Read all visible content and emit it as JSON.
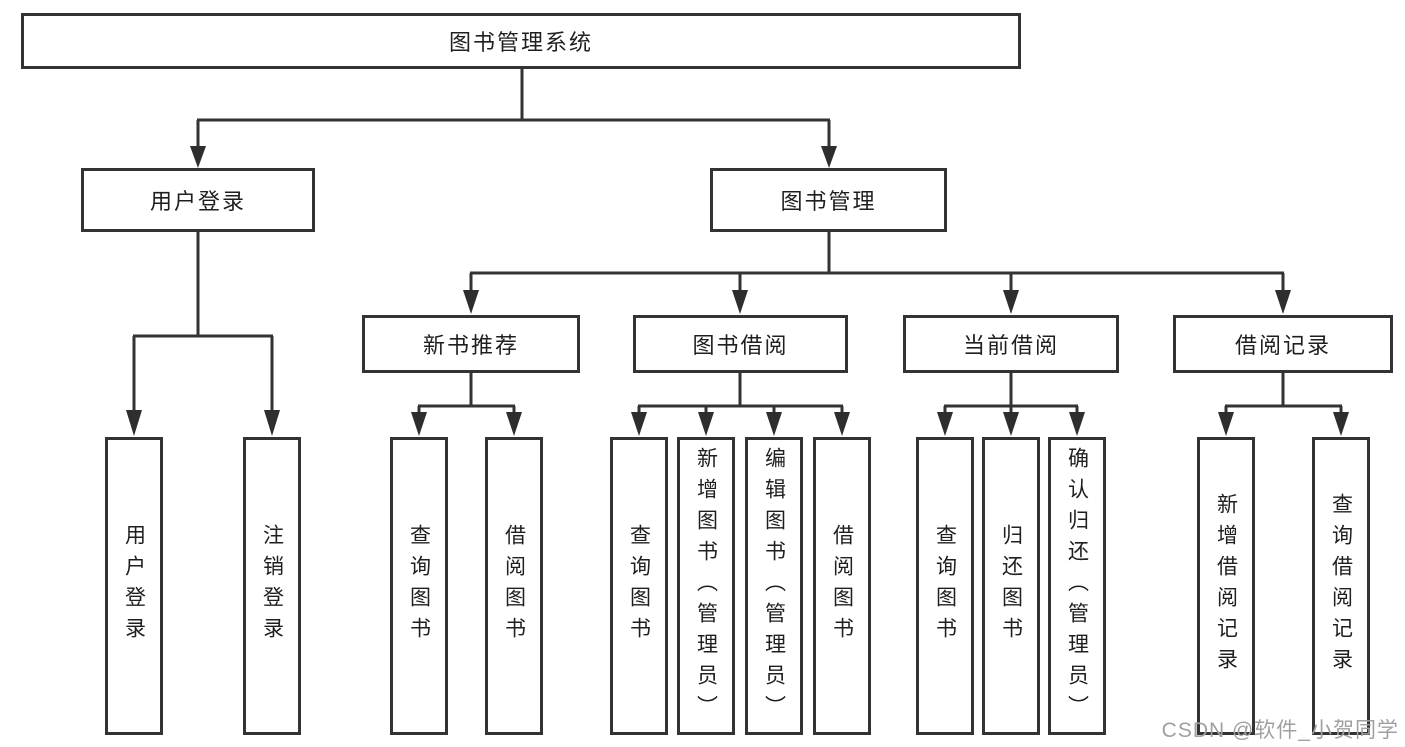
{
  "title": "图书管理系统",
  "colors": {
    "line": "#333333",
    "arrow": "#2e2e2e",
    "text": "#1f1f1f",
    "box_fill": "#ffffff",
    "background": "#ffffff",
    "watermark": "#a0a0a0"
  },
  "tree": {
    "root": {
      "label": "图书管理系统"
    },
    "branches": [
      {
        "label": "用户登录",
        "children": [
          {
            "label": "用户登录"
          },
          {
            "label": "注销登录"
          }
        ]
      },
      {
        "label": "图书管理",
        "children": [
          {
            "label": "新书推荐",
            "children": [
              {
                "label": "查询图书"
              },
              {
                "label": "借阅图书"
              }
            ]
          },
          {
            "label": "图书借阅",
            "children": [
              {
                "label": "查询图书"
              },
              {
                "label": "新增图书（管理员）"
              },
              {
                "label": "编辑图书（管理员）"
              },
              {
                "label": "借阅图书"
              }
            ]
          },
          {
            "label": "当前借阅",
            "children": [
              {
                "label": "查询图书"
              },
              {
                "label": "归还图书"
              },
              {
                "label": "确认归还（管理员）"
              }
            ]
          },
          {
            "label": "借阅记录",
            "children": [
              {
                "label": "新增借阅记录"
              },
              {
                "label": "查询借阅记录"
              }
            ]
          }
        ]
      }
    ]
  },
  "watermark": "CSDN @软件_小贺同学"
}
